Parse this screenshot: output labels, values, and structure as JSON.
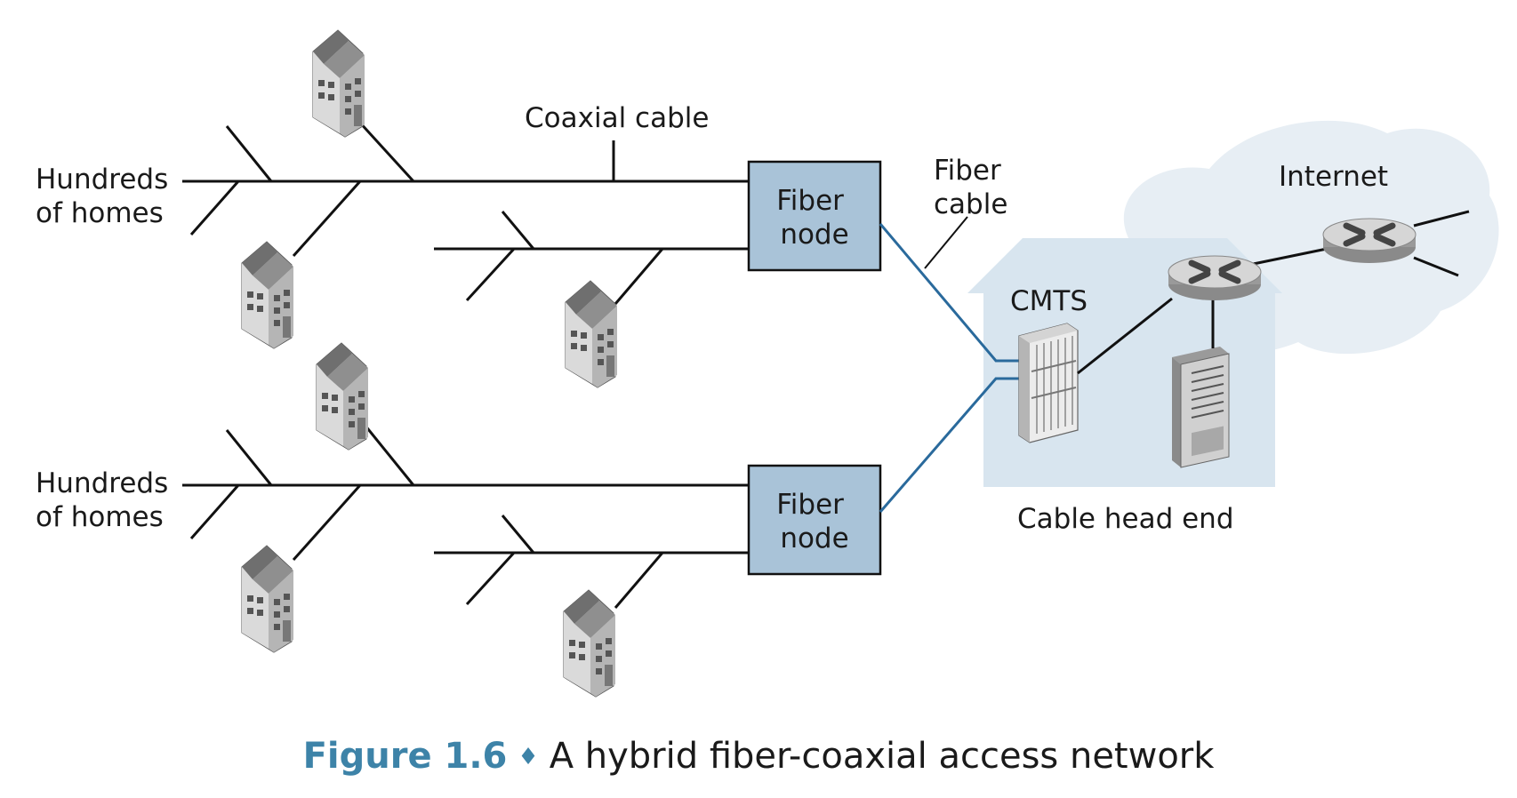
{
  "labels": {
    "hundreds_top": [
      "Hundreds",
      "of homes"
    ],
    "hundreds_bottom": [
      "Hundreds",
      "of homes"
    ],
    "coaxial_cable": "Coaxial cable",
    "fiber_node_top": [
      "Fiber",
      "node"
    ],
    "fiber_node_bottom": [
      "Fiber",
      "node"
    ],
    "fiber_cable": [
      "Fiber",
      "cable"
    ],
    "cmts": "CMTS",
    "internet": "Internet",
    "cable_head_end": "Cable head end"
  },
  "caption": {
    "figure_number": "Figure 1.6",
    "separator": "♦",
    "text": "A hybrid fiber-coaxial access network"
  },
  "colors": {
    "fiber_node_fill": "#a9c3d8",
    "head_end_fill": "#d8e5ef",
    "cloud_fill": "#e7eef4",
    "fiber_line": "#2a6a9c",
    "caption_accent": "#3d83a8",
    "house_body": "#d0d0d0",
    "house_roof": "#7b7b7b"
  }
}
